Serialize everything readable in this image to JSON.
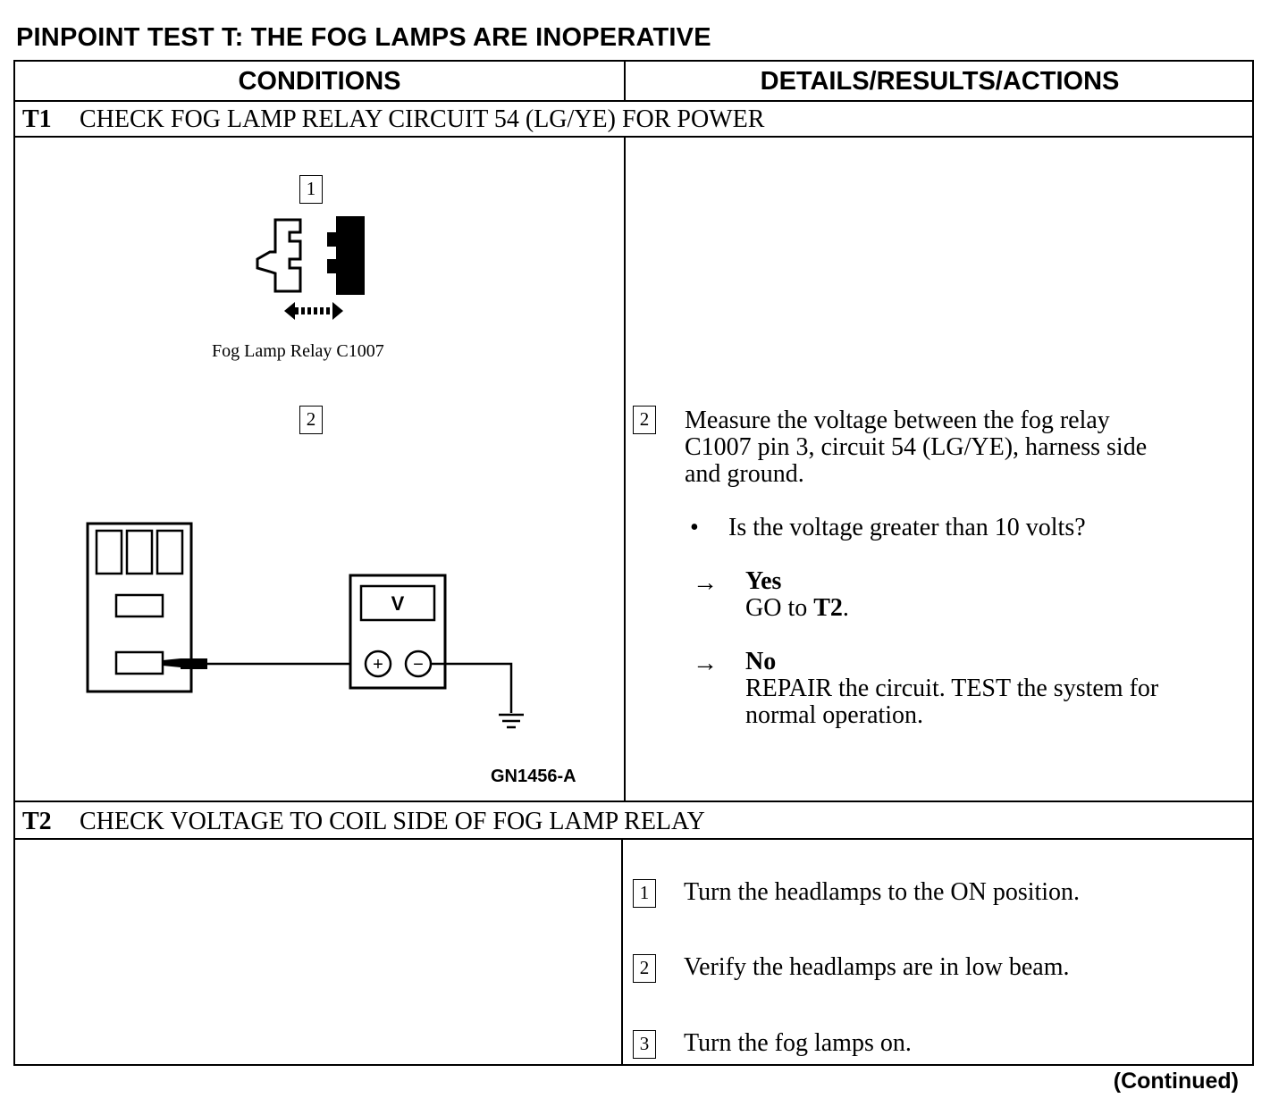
{
  "title": "PINPOINT TEST T: THE FOG LAMPS ARE INOPERATIVE",
  "headers": {
    "conditions": "CONDITIONS",
    "details": "DETAILS/RESULTS/ACTIONS"
  },
  "t1": {
    "id": "T1",
    "heading": "CHECK FOG LAMP RELAY CIRCUIT 54 (LG/YE) FOR POWER",
    "diagram": {
      "step1_num": "1",
      "relay_caption": "Fog Lamp Relay C1007",
      "step2_num": "2",
      "meter_label": "V",
      "plus": "+",
      "minus": "−",
      "figure_code": "GN1456-A"
    },
    "action": {
      "num": "2",
      "line1": "Measure the voltage between the fog relay",
      "line2": "C1007 pin 3, circuit 54 (LG/YE), harness side",
      "line3": "and ground.",
      "bullet": "•",
      "question": "Is the voltage greater than 10 volts?",
      "arrow": "→",
      "yes_label": "Yes",
      "yes_text_pre": "GO to ",
      "yes_target": "T2",
      "yes_text_post": ".",
      "no_label": "No",
      "no_line1": "REPAIR the circuit. TEST the system for",
      "no_line2": "normal operation."
    }
  },
  "t2": {
    "id": "T2",
    "heading": "CHECK VOLTAGE TO COIL SIDE OF FOG LAMP RELAY",
    "steps": [
      {
        "num": "1",
        "text": "Turn the headlamps to the ON position."
      },
      {
        "num": "2",
        "text": "Verify the headlamps are in low beam."
      },
      {
        "num": "3",
        "text": "Turn the fog lamps on."
      }
    ]
  },
  "continued": "(Continued)"
}
